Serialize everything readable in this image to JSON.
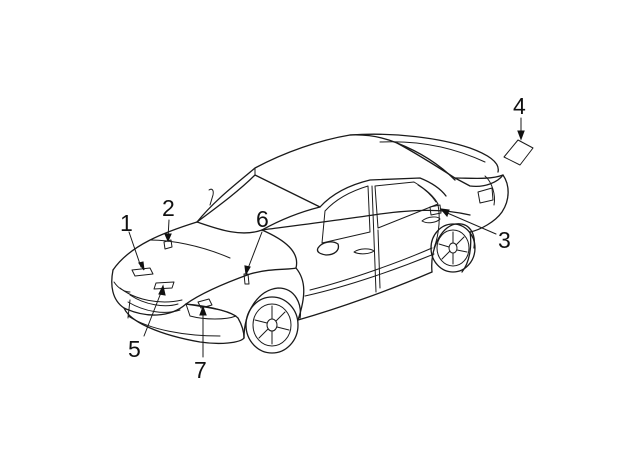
{
  "callouts": [
    {
      "id": "1",
      "text": "1"
    },
    {
      "id": "2",
      "text": "2"
    },
    {
      "id": "3",
      "text": "3"
    },
    {
      "id": "4",
      "text": "4"
    },
    {
      "id": "5",
      "text": "5"
    },
    {
      "id": "6",
      "text": "6"
    },
    {
      "id": "7",
      "text": "7"
    }
  ],
  "colors": {
    "line": "#1a1a1a",
    "background": "#ffffff"
  }
}
